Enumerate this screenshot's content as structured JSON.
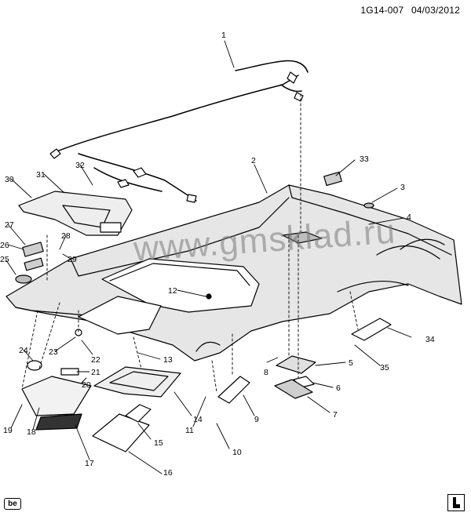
{
  "header": {
    "code": "1G14-007",
    "date": "04/03/2012"
  },
  "watermark": "www.gmsklad.ru",
  "badge": "be",
  "callouts": [
    "1",
    "2",
    "3",
    "4",
    "5",
    "6",
    "7",
    "8",
    "9",
    "10",
    "11",
    "12",
    "13",
    "14",
    "15",
    "16",
    "17",
    "18",
    "19",
    "20",
    "21",
    "22",
    "23",
    "24",
    "25",
    "26",
    "27",
    "28",
    "29",
    "30",
    "31",
    "32",
    "33",
    "34",
    "35"
  ],
  "colors": {
    "line": "#000000",
    "shade": "#cfcfcf",
    "panel": "#e8e8e8",
    "watermark": "#8c8c8c"
  }
}
